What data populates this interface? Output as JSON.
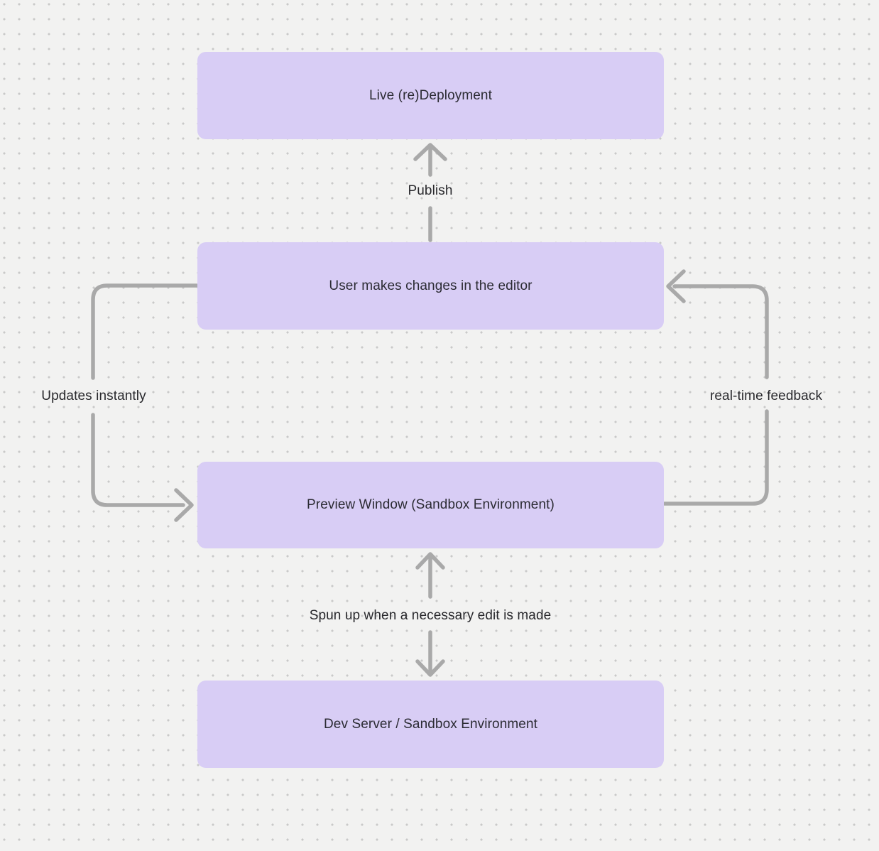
{
  "diagram": {
    "nodes": [
      {
        "id": "live-redeployment",
        "label": "Live (re)Deployment"
      },
      {
        "id": "user-editor",
        "label": "User makes changes in the editor"
      },
      {
        "id": "preview-window",
        "label": "Preview Window (Sandbox Environment)"
      },
      {
        "id": "dev-server",
        "label": "Dev Server / Sandbox Environment"
      }
    ],
    "edges": [
      {
        "id": "publish",
        "label": "Publish",
        "from": "user-editor",
        "to": "live-redeployment"
      },
      {
        "id": "updates-instantly",
        "label": "Updates instantly",
        "from": "user-editor",
        "to": "preview-window"
      },
      {
        "id": "real-time-feedback",
        "label": "real-time feedback",
        "from": "preview-window",
        "to": "user-editor"
      },
      {
        "id": "spun-up",
        "label": "Spun up when a necessary edit is made",
        "from": "preview-window",
        "to": "dev-server",
        "bidirectional": true
      }
    ],
    "colors": {
      "background": "#f2f2f1",
      "grid_dot": "#c9c9c9",
      "node_fill": "#d8cdf5",
      "node_text": "#2b2b33",
      "edge_label_text": "#28282c",
      "arrow": "#a9a9a9"
    }
  }
}
